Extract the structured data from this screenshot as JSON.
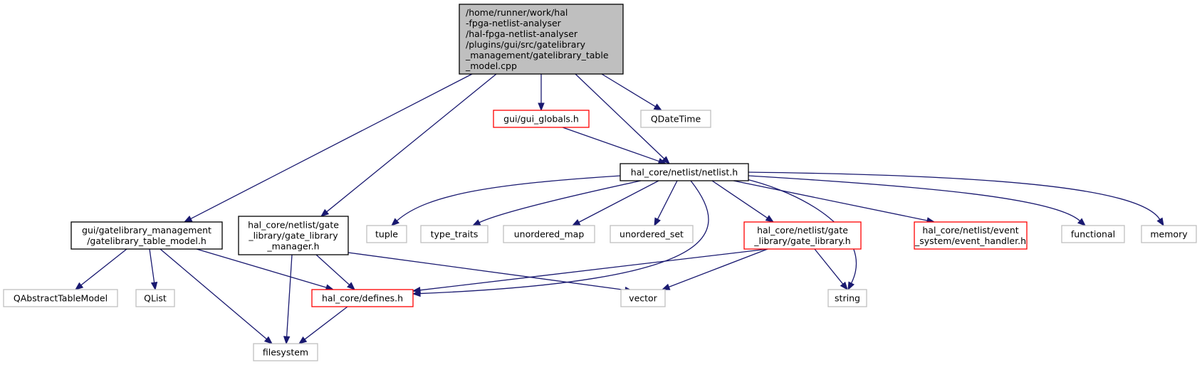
{
  "diagram": {
    "colors": {
      "edge": "#191970",
      "root_fill": "#bfbfbf",
      "border_documented": "#000000",
      "border_incomplete": "#ff0000",
      "border_external": "#bfbfbf"
    },
    "nodes": [
      {
        "id": "root",
        "kind": "root",
        "lines": [
          "/home/runner/work/hal",
          "-fpga-netlist-analyser",
          "/hal-fpga-netlist-analyser",
          "/plugins/gui/src/gatelibrary",
          "_management/gatelibrary_table",
          "_model.cpp"
        ]
      },
      {
        "id": "gui_globals",
        "kind": "incomplete",
        "lines": [
          "gui/gui_globals.h"
        ]
      },
      {
        "id": "qdatetime",
        "kind": "external",
        "lines": [
          "QDateTime"
        ]
      },
      {
        "id": "netlist_h",
        "kind": "documented",
        "lines": [
          "hal_core/netlist/netlist.h"
        ]
      },
      {
        "id": "gatelib_table_model",
        "kind": "documented",
        "lines": [
          "gui/gatelibrary_management",
          "/gatelibrary_table_model.h"
        ]
      },
      {
        "id": "gate_library_manager",
        "kind": "documented",
        "lines": [
          "hal_core/netlist/gate",
          "_library/gate_library",
          "_manager.h"
        ]
      },
      {
        "id": "tuple",
        "kind": "external",
        "lines": [
          "tuple"
        ]
      },
      {
        "id": "type_traits",
        "kind": "external",
        "lines": [
          "type_traits"
        ]
      },
      {
        "id": "unordered_map",
        "kind": "external",
        "lines": [
          "unordered_map"
        ]
      },
      {
        "id": "unordered_set",
        "kind": "external",
        "lines": [
          "unordered_set"
        ]
      },
      {
        "id": "gate_library_h",
        "kind": "incomplete",
        "lines": [
          "hal_core/netlist/gate",
          "_library/gate_library.h"
        ]
      },
      {
        "id": "event_handler",
        "kind": "incomplete",
        "lines": [
          "hal_core/netlist/event",
          "_system/event_handler.h"
        ]
      },
      {
        "id": "functional",
        "kind": "external",
        "lines": [
          "functional"
        ]
      },
      {
        "id": "memory",
        "kind": "external",
        "lines": [
          "memory"
        ]
      },
      {
        "id": "qabstracttablemodel",
        "kind": "external",
        "lines": [
          "QAbstractTableModel"
        ]
      },
      {
        "id": "qlist",
        "kind": "external",
        "lines": [
          "QList"
        ]
      },
      {
        "id": "defines_h",
        "kind": "incomplete",
        "lines": [
          "hal_core/defines.h"
        ]
      },
      {
        "id": "vector",
        "kind": "external",
        "lines": [
          "vector"
        ]
      },
      {
        "id": "string",
        "kind": "external",
        "lines": [
          "string"
        ]
      },
      {
        "id": "filesystem",
        "kind": "external",
        "lines": [
          "filesystem"
        ]
      }
    ],
    "edges": [
      {
        "from": "root",
        "to": "gatelib_table_model"
      },
      {
        "from": "root",
        "to": "gate_library_manager"
      },
      {
        "from": "root",
        "to": "gui_globals"
      },
      {
        "from": "root",
        "to": "netlist_h"
      },
      {
        "from": "root",
        "to": "qdatetime"
      },
      {
        "from": "gui_globals",
        "to": "netlist_h"
      },
      {
        "from": "netlist_h",
        "to": "tuple"
      },
      {
        "from": "netlist_h",
        "to": "type_traits"
      },
      {
        "from": "netlist_h",
        "to": "unordered_map"
      },
      {
        "from": "netlist_h",
        "to": "unordered_set"
      },
      {
        "from": "netlist_h",
        "to": "gate_library_h"
      },
      {
        "from": "netlist_h",
        "to": "event_handler"
      },
      {
        "from": "netlist_h",
        "to": "functional"
      },
      {
        "from": "netlist_h",
        "to": "memory"
      },
      {
        "from": "netlist_h",
        "to": "defines_h"
      },
      {
        "from": "netlist_h",
        "to": "string"
      },
      {
        "from": "gatelib_table_model",
        "to": "qabstracttablemodel"
      },
      {
        "from": "gatelib_table_model",
        "to": "qlist"
      },
      {
        "from": "gatelib_table_model",
        "to": "defines_h"
      },
      {
        "from": "gatelib_table_model",
        "to": "filesystem"
      },
      {
        "from": "gate_library_manager",
        "to": "defines_h"
      },
      {
        "from": "gate_library_manager",
        "to": "filesystem"
      },
      {
        "from": "gate_library_manager",
        "to": "vector"
      },
      {
        "from": "gate_library_h",
        "to": "defines_h"
      },
      {
        "from": "gate_library_h",
        "to": "vector"
      },
      {
        "from": "gate_library_h",
        "to": "string"
      },
      {
        "from": "defines_h",
        "to": "filesystem"
      }
    ]
  }
}
